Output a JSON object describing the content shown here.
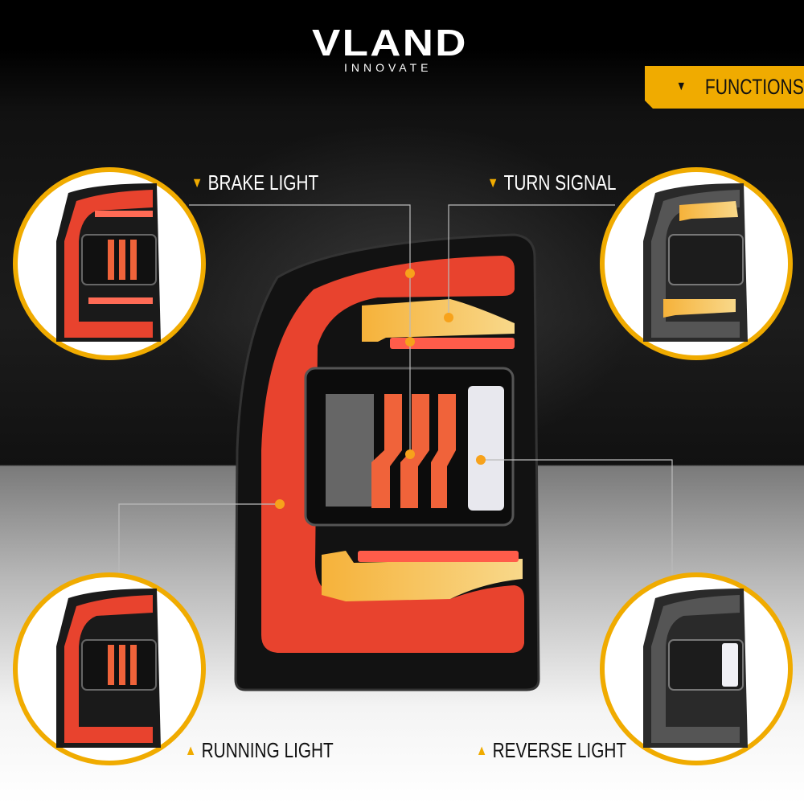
{
  "brand": {
    "name": "VLAND",
    "tagline": "INNOVATE"
  },
  "badge": {
    "label": "FUNCTIONS",
    "icon": "triangle-down-icon"
  },
  "functions": [
    {
      "label": "BRAKE LIGHT",
      "icon": "triangle-down-icon"
    },
    {
      "label": "TURN SIGNAL",
      "icon": "triangle-down-icon"
    },
    {
      "label": "RUNNING LIGHT",
      "icon": "triangle-up-icon"
    },
    {
      "label": "REVERSE LIGHT",
      "icon": "triangle-up-icon"
    }
  ],
  "colors": {
    "accent": "#f0ab00",
    "red": "#e8432e",
    "amber": "#f2a32a"
  }
}
